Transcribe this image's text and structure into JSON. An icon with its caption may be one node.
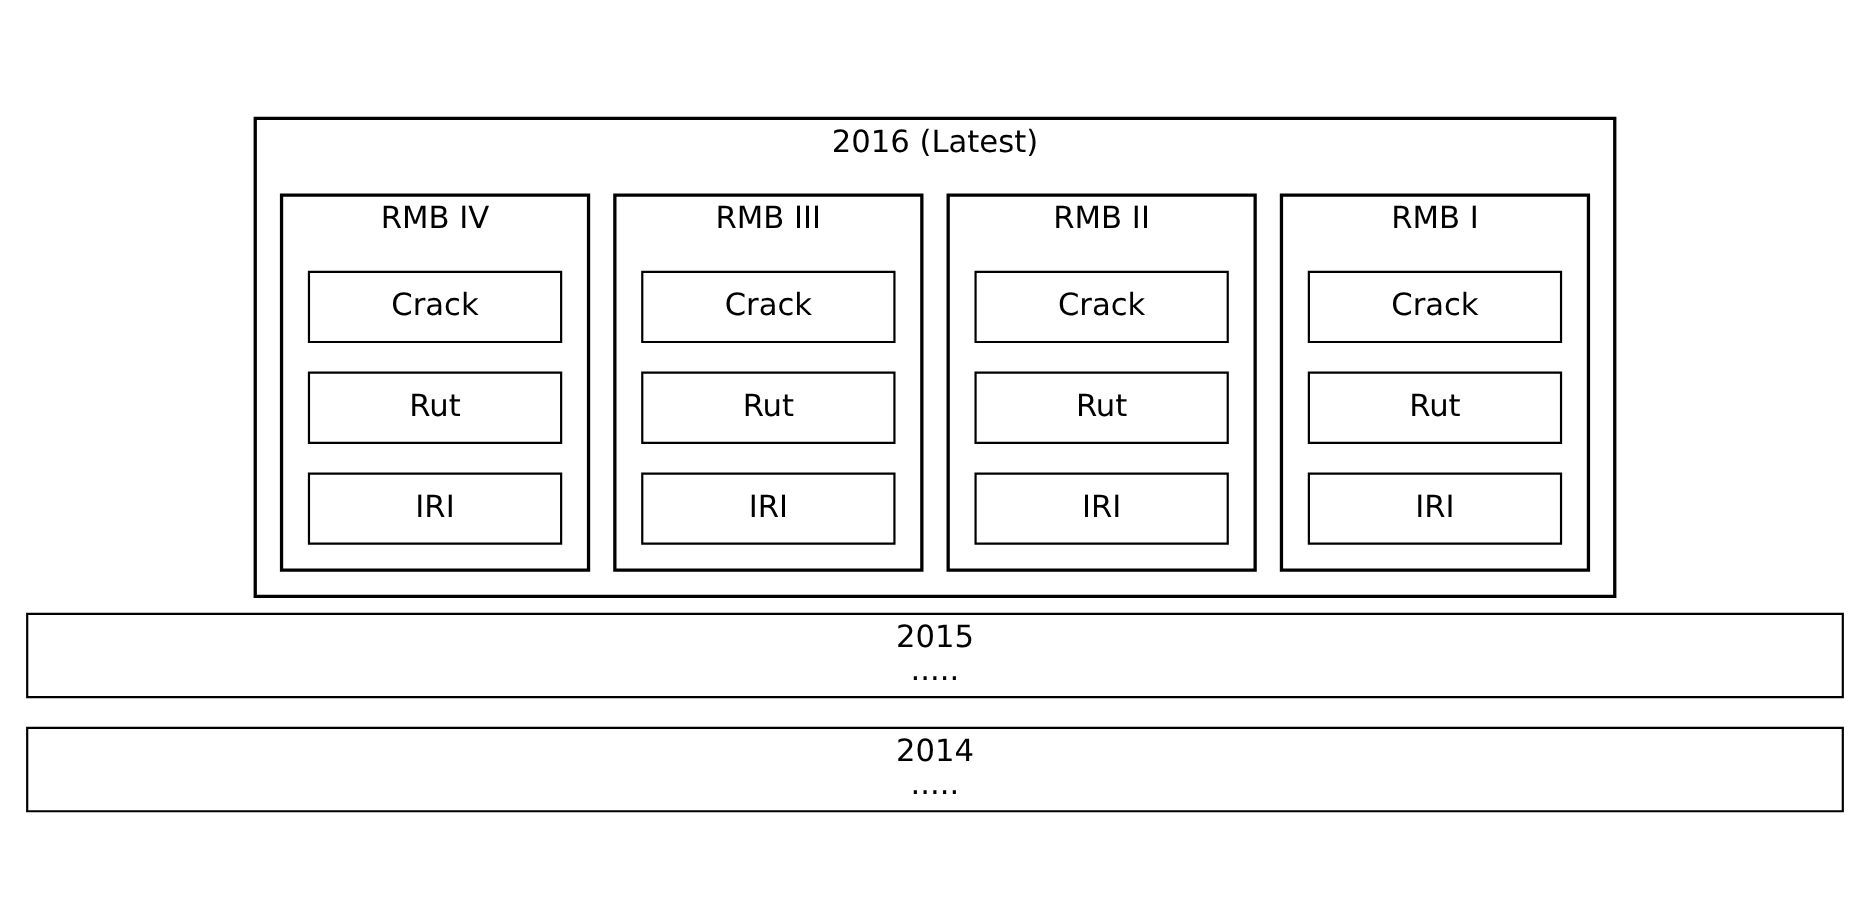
{
  "diagram": {
    "nodes": [
      {
        "text": [
          "2016 (Latest)"
        ]
      },
      {
        "text": [
          "RMB I"
        ],
        "in": 0
      },
      {
        "text": [
          "Crack"
        ],
        "in": 1
      },
      {
        "text": [
          "Rut"
        ],
        "in": 1
      },
      {
        "text": [
          "IRI"
        ],
        "in": 1
      },
      {
        "text": [
          "RMB II"
        ],
        "in": 0
      },
      {
        "text": [
          "Crack"
        ],
        "in": 5
      },
      {
        "text": [
          "Rut"
        ],
        "in": 5
      },
      {
        "text": [
          "IRI"
        ],
        "in": 5
      },
      {
        "text": [
          "RMB III"
        ],
        "in": 0
      },
      {
        "text": [
          "Crack"
        ],
        "in": 9
      },
      {
        "text": [
          "Rut"
        ],
        "in": 9
      },
      {
        "text": [
          "IRI"
        ],
        "in": 9
      },
      {
        "text": [
          "RMB IV"
        ],
        "in": 0
      },
      {
        "text": [
          "Crack"
        ],
        "in": 13
      },
      {
        "text": [
          "Rut"
        ],
        "in": 13
      },
      {
        "text": [
          "IRI"
        ],
        "in": 13
      },
      {
        "text": [
          "2015",
          "....."
        ]
      },
      {
        "text": [
          "2014",
          "....."
        ]
      }
    ]
  }
}
